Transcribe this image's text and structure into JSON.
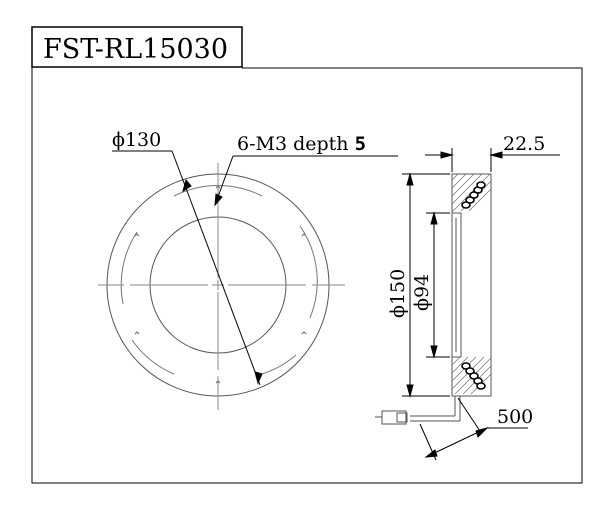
{
  "title": "FST-RL15030",
  "front_view": {
    "outer_diameter_label": "ϕ130",
    "holes_label": "6-M3 depth",
    "holes_depth": "5"
  },
  "side_view": {
    "thickness_label": "22.5",
    "outer_diameter_label": "ϕ150",
    "inner_diameter_label": "ϕ94",
    "cable_length_label": "500"
  }
}
